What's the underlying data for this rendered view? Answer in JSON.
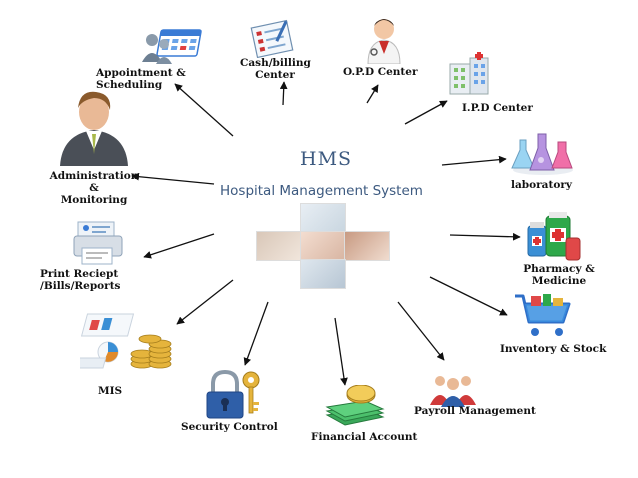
{
  "center": {
    "title": "HMS",
    "subtitle": "Hospital Management System"
  },
  "nodes": {
    "appointment": {
      "line1": "Appointment &",
      "line2": "Scheduling",
      "icon": "calendar-people-icon"
    },
    "cash_billing": {
      "line1": "Cash/billing",
      "line2": "Center",
      "icon": "clipboard-checklist-icon"
    },
    "opd": {
      "label": "O.P.D Center",
      "icon": "doctor-icon"
    },
    "ipd": {
      "label": "I.P.D Center",
      "icon": "hospital-building-icon"
    },
    "administration": {
      "line1": "Administration",
      "line2": "&",
      "line3": "Monitoring",
      "icon": "businessman-icon"
    },
    "laboratory": {
      "label": "laboratory",
      "icon": "lab-flasks-icon"
    },
    "print_receipt": {
      "line1": "Print Reciept",
      "line2": "/Bills/Reports",
      "icon": "printer-icon"
    },
    "pharmacy": {
      "line1": "Pharmacy &",
      "line2": "Medicine",
      "icon": "medicine-bottles-icon"
    },
    "mis": {
      "label": "MIS",
      "icon": "charts-coins-icon"
    },
    "inventory": {
      "label": "Inventory & Stock",
      "icon": "shopping-cart-icon"
    },
    "security": {
      "label": "Security Control",
      "icon": "padlock-key-icon"
    },
    "financial": {
      "label": "Financial Account",
      "icon": "money-stack-icon"
    },
    "payroll": {
      "label": "Payroll Management",
      "icon": "people-group-icon"
    }
  },
  "colors": {
    "title": "#3d5a80",
    "arrow": "#111111"
  }
}
